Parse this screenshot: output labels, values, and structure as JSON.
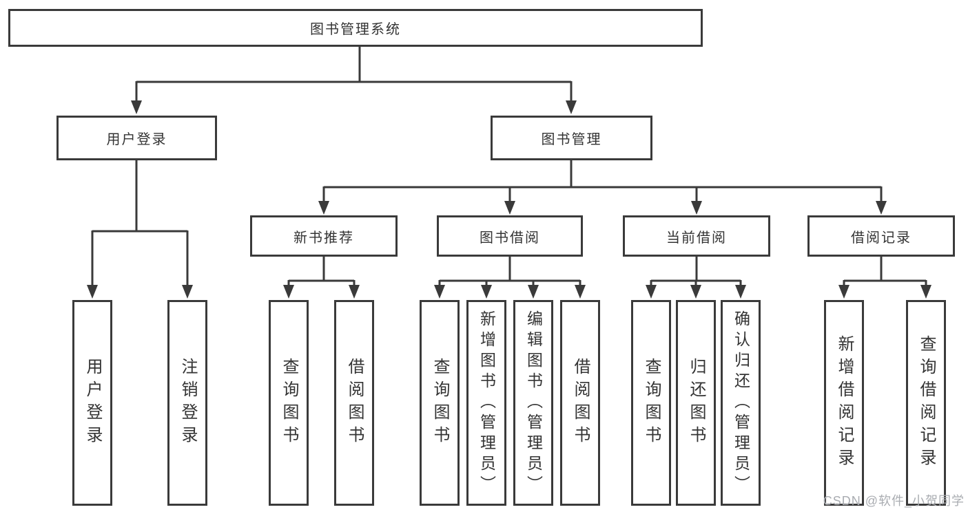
{
  "tree": {
    "root": {
      "label": "图书管理系统"
    },
    "level2": [
      {
        "label": "用户登录",
        "children": [
          {
            "label": "用户登录"
          },
          {
            "label": "注销登录"
          }
        ]
      },
      {
        "label": "图书管理",
        "children": [
          {
            "label": "新书推荐",
            "children": [
              {
                "label": "查询图书"
              },
              {
                "label": "借阅图书"
              }
            ]
          },
          {
            "label": "图书借阅",
            "children": [
              {
                "label": "查询图书"
              },
              {
                "label": "新增图书（管理员）"
              },
              {
                "label": "编辑图书（管理员）"
              },
              {
                "label": "借阅图书"
              }
            ]
          },
          {
            "label": "当前借阅",
            "children": [
              {
                "label": "查询图书"
              },
              {
                "label": "归还图书"
              },
              {
                "label": "确认归还（管理员）"
              }
            ]
          },
          {
            "label": "借阅记录",
            "children": [
              {
                "label": "新增借阅记录"
              },
              {
                "label": "查询借阅记录"
              }
            ]
          }
        ]
      }
    ]
  },
  "watermark": "CSDN @软件_小贺同学",
  "colors": {
    "line": "#3a3a3a",
    "text": "#333333",
    "watermark": "#a9acb1",
    "background": "#ffffff"
  }
}
